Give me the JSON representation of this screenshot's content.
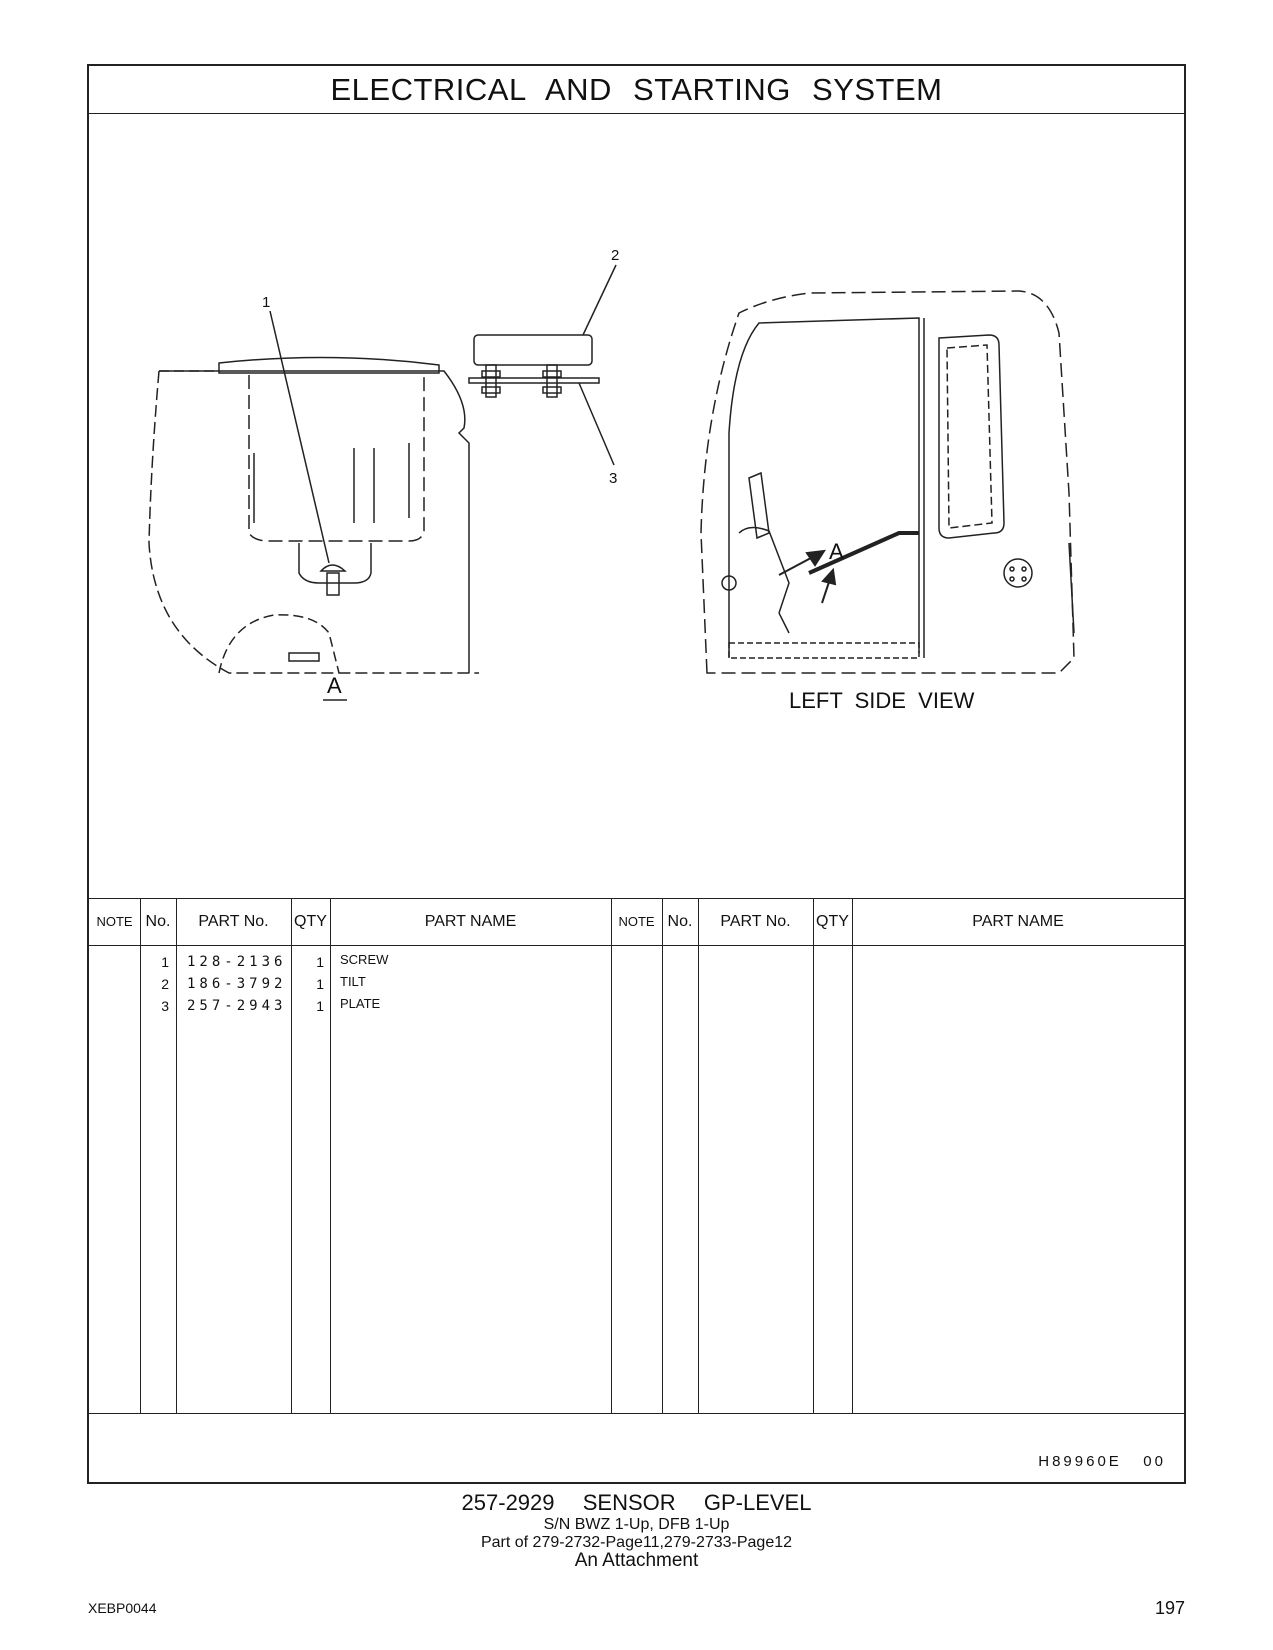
{
  "title": "ELECTRICAL   AND   STARTING   SYSTEM",
  "illustration": {
    "callouts": [
      "1",
      "2",
      "3"
    ],
    "view_label_a": "A",
    "view_label_side": "LEFT  SIDE  VIEW",
    "arrow_label": "A"
  },
  "table": {
    "headers": {
      "note": "NOTE",
      "no": "No.",
      "part_no": "PART No.",
      "qty": "QTY",
      "part_name": "PART NAME"
    },
    "rows": [
      {
        "no": "1",
        "part_no": "128-2136",
        "qty": "1",
        "part_name": "SCREW"
      },
      {
        "no": "2",
        "part_no": "186-3792",
        "qty": "1",
        "part_name": "TILT"
      },
      {
        "no": "3",
        "part_no": "257-2943",
        "qty": "1",
        "part_name": "PLATE"
      }
    ],
    "reference": "H89960E   00"
  },
  "footer": {
    "group": "257-2929  SENSOR  GP-LEVEL",
    "serial": "S/N BWZ 1-Up, DFB 1-Up",
    "part_of": "Part of 279-2732-Page11,279-2733-Page12",
    "attachment": "An Attachment"
  },
  "doc_id": "XEBP0044",
  "page_number": "197"
}
